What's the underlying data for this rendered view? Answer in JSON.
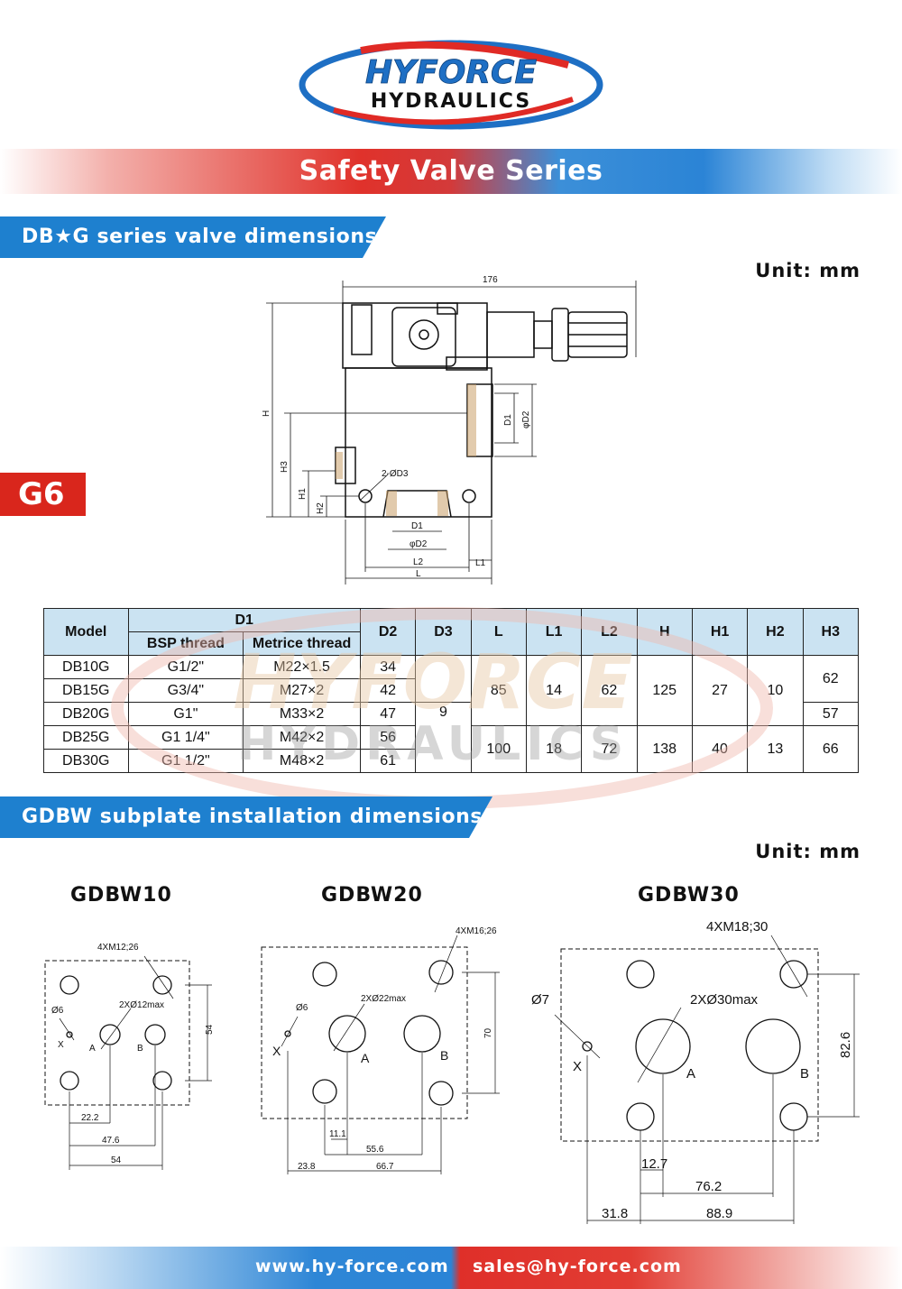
{
  "logo": {
    "line1": "HYFORCE",
    "line2": "HYDRAULICS"
  },
  "banner": {
    "title": "Safety Valve Series"
  },
  "section1": {
    "title": "DB★G series valve dimensions",
    "unit": "Unit: mm",
    "badge": "G6"
  },
  "valve_drawing": {
    "labels": {
      "d176": "176",
      "H": "H",
      "H1": "H1",
      "H2": "H2",
      "H3": "H3",
      "D1": "D1",
      "D2": "φD2",
      "D3": "2-ØD3",
      "L": "L",
      "L1": "L1",
      "L2": "L2"
    }
  },
  "table": {
    "header_row1": [
      "Model",
      "D1",
      "D2",
      "D3",
      "L",
      "L1",
      "L2",
      "H",
      "H1",
      "H2",
      "H3"
    ],
    "header_row2": [
      "BSP thread",
      "Metrice thread"
    ],
    "rows": [
      {
        "model": "DB10G",
        "bsp": "G1/2\"",
        "metric": "M22×1.5",
        "d2": "34"
      },
      {
        "model": "DB15G",
        "bsp": "G3/4\"",
        "metric": "M27×2",
        "d2": "42"
      },
      {
        "model": "DB20G",
        "bsp": "G1\"",
        "metric": "M33×2",
        "d2": "47"
      },
      {
        "model": "DB25G",
        "bsp": "G1 1/4\"",
        "metric": "M42×2",
        "d2": "56"
      },
      {
        "model": "DB30G",
        "bsp": "G1 1/2\"",
        "metric": "M48×2",
        "d2": "61"
      }
    ],
    "merged": {
      "d3": "9",
      "l_a": "85",
      "l_b": "100",
      "l1_a": "14",
      "l1_b": "18",
      "l2_a": "62",
      "l2_b": "72",
      "h_a": "125",
      "h_b": "138",
      "h1_a": "27",
      "h1_b": "40",
      "h2_a": "10",
      "h2_b": "13",
      "h3_a": "62",
      "h3_b": "57",
      "h3_c": "66"
    }
  },
  "section2": {
    "title": "GDBW subplate installation dimensions",
    "unit": "Unit: mm"
  },
  "subplates": [
    {
      "title": "GDBW10",
      "mount": "4XM12;26",
      "port": "2XØ12max",
      "pilot": "Ø6",
      "x": "X",
      "a": "A",
      "b": "B",
      "h": "54",
      "d1": "22.2",
      "d2": "47.6",
      "d3": "54"
    },
    {
      "title": "GDBW20",
      "mount": "4XM16;26",
      "port": "2XØ22max",
      "pilot": "Ø6",
      "x": "X",
      "a": "A",
      "b": "B",
      "h": "70",
      "d0": "11.1",
      "d1": "55.6",
      "d2": "23.8",
      "d3": "66.7"
    },
    {
      "title": "GDBW30",
      "mount": "4XM18;30",
      "port": "2XØ30max",
      "pilot": "Ø7",
      "x": "X",
      "a": "A",
      "b": "B",
      "h": "82.6",
      "d0": "12.7",
      "d1": "76.2",
      "d2": "31.8",
      "d3": "88.9"
    }
  ],
  "footer": {
    "web": "www.hy-force.com",
    "email": "sales@hy-force.com"
  },
  "colors": {
    "brand_red": "#d9261c",
    "brand_blue": "#1e80cf",
    "table_header": "#cbe3f2"
  }
}
